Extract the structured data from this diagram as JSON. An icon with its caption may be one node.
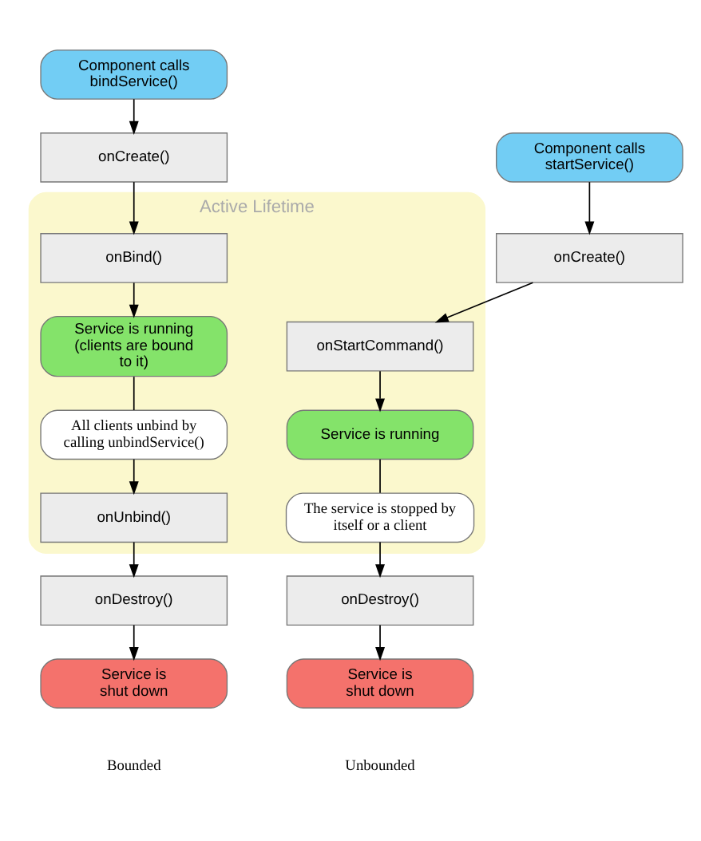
{
  "diagram": {
    "nodes": [
      {
        "text": [
          "Active Lifetime"
        ]
      },
      {
        "text": [
          "Component calls startService()"
        ]
      },
      {
        "text": [
          "onCreate()"
        ]
      },
      {
        "text": [
          "onStartCommand()"
        ],
        "in": 0
      },
      {
        "text": [
          "Service is running"
        ],
        "in": 0
      },
      {
        "text": [
          "The service is stopped by itself or a client"
        ],
        "in": 0
      },
      {
        "text": [
          "onDestroy()"
        ]
      },
      {
        "text": [
          "Service is shut down"
        ]
      },
      {
        "text": [
          "Component calls bindService()"
        ]
      },
      {
        "text": [
          "onCreate()"
        ]
      },
      {
        "text": [
          "onBind()"
        ],
        "in": 0
      },
      {
        "text": [
          "Service is running (clients are bound to it)"
        ],
        "in": 0
      },
      {
        "text": [
          "All clients unbind by calling unbindService()"
        ],
        "in": 0
      },
      {
        "text": [
          "onUnbind()"
        ],
        "in": 0
      },
      {
        "text": [
          "onDestroy()"
        ]
      },
      {
        "text": [
          "Service is shut down"
        ]
      }
    ],
    "edges": [
      {
        "from": 1,
        "to": 2,
        "arrow": "to"
      },
      {
        "from": 2,
        "to": 3,
        "arrow": "to"
      },
      {
        "from": 3,
        "to": 4,
        "arrow": "to"
      },
      {
        "from": 4,
        "to": 5,
        "arrow": "none"
      },
      {
        "from": 5,
        "to": 6,
        "arrow": "to"
      },
      {
        "from": 6,
        "to": 7,
        "arrow": "to"
      },
      {
        "from": 8,
        "to": 9,
        "arrow": "to"
      },
      {
        "from": 9,
        "to": 10,
        "arrow": "to"
      },
      {
        "from": 10,
        "to": 11,
        "arrow": "to"
      },
      {
        "from": 11,
        "to": 12,
        "arrow": "none"
      },
      {
        "from": 12,
        "to": 13,
        "arrow": "to"
      },
      {
        "from": 13,
        "to": 14,
        "arrow": "to"
      },
      {
        "from": 14,
        "to": 15,
        "arrow": "to"
      }
    ],
    "labels": [
      "Unbounded",
      "Bounded"
    ]
  }
}
